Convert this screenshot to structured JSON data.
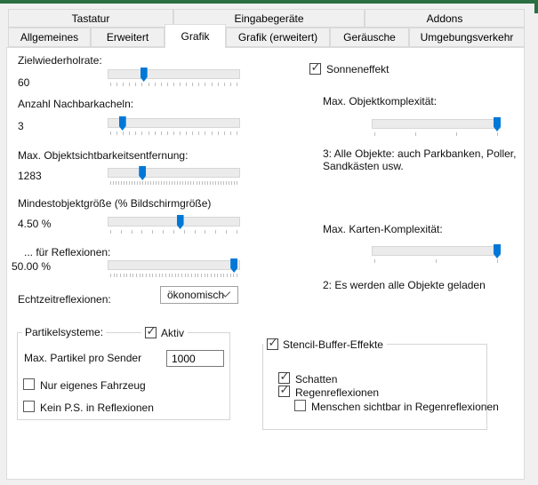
{
  "colors": {
    "accent_blue": "#0078d7",
    "green_bar": "#2b6e41"
  },
  "tabs": {
    "active": "Grafik",
    "row1": [
      {
        "label": "Tastatur"
      },
      {
        "label": "Eingabegeräte"
      },
      {
        "label": "Addons"
      }
    ],
    "row2": [
      {
        "label": "Allgemeines"
      },
      {
        "label": "Erweitert"
      },
      {
        "label": "Grafik"
      },
      {
        "label": "Grafik (erweitert)"
      },
      {
        "label": "Geräusche"
      },
      {
        "label": "Umgebungsverkehr"
      }
    ]
  },
  "left": {
    "sliders": [
      {
        "label": "Zielwiederholrate:",
        "value": "60",
        "percent": 26,
        "ticks": 21
      },
      {
        "label": "Anzahl Nachbarkacheln:",
        "value": "3",
        "percent": 9,
        "ticks": 21
      },
      {
        "label": "Max. Objektsichtbarkeitsentfernung:",
        "value": "1283",
        "percent": 25,
        "ticks": 48
      },
      {
        "label": "Mindestobjektgröße (% Bildschirmgröße)",
        "value": "4.50 %",
        "percent": 55,
        "ticks": 13
      },
      {
        "label": "... für Reflexionen:",
        "value": "50.00 %",
        "percent": 98,
        "ticks": 40
      }
    ],
    "echtzeitreflexionen": {
      "label": "Echtzeitreflexionen:",
      "selected": "ökonomisch"
    }
  },
  "right": {
    "sonneneffekt": {
      "label": "Sonneneffekt",
      "checked": true
    },
    "objektkomplexitaet": {
      "label": "Max. Objektkomplexität:",
      "percent": 100,
      "ticks": 4,
      "description": "3: Alle Objekte: auch Parkbanken, Poller, Sandkästen usw."
    },
    "kartenkomplexitaet": {
      "label": "Max. Karten-Komplexität:",
      "percent": 100,
      "ticks": 3,
      "description": "2: Es werden alle Objekte geladen"
    }
  },
  "partikelsysteme": {
    "caption": "Partikelsysteme:",
    "aktiv": {
      "label": "Aktiv",
      "checked": true
    },
    "max_partikel": {
      "label": "Max. Partikel pro Sender",
      "value": "1000"
    },
    "nur_eigenes_fahrzeug": {
      "label": "Nur eigenes Fahrzeug",
      "checked": false
    },
    "kein_ps": {
      "label": "Kein P.S. in Reflexionen",
      "checked": false
    }
  },
  "stencil": {
    "caption": {
      "label": "Stencil-Buffer-Effekte",
      "checked": true
    },
    "schatten": {
      "label": "Schatten",
      "checked": true
    },
    "regenreflexionen": {
      "label": "Regenreflexionen",
      "checked": true
    },
    "menschen": {
      "label": "Menschen sichtbar in Regenreflexionen",
      "checked": false
    }
  }
}
